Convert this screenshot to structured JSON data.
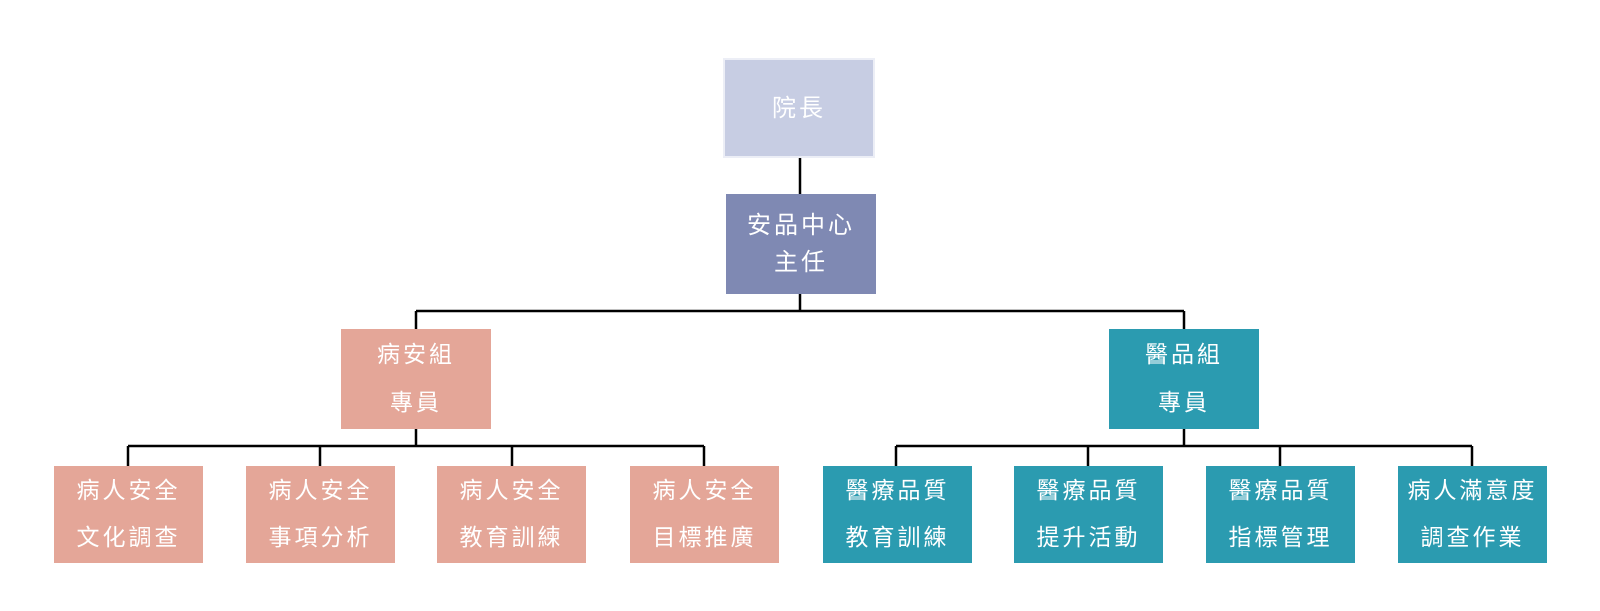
{
  "colors": {
    "director": "#c7cde3",
    "head": "#7f89b3",
    "patient_safety": "#e4a698",
    "medical_quality": "#2b9bb0",
    "line": "#000000"
  },
  "org": {
    "director": {
      "lines": [
        "院長"
      ]
    },
    "head": {
      "lines": [
        "安品中心",
        "主任"
      ]
    },
    "patient_safety": {
      "lines": [
        "病安組",
        "專員"
      ],
      "children": [
        {
          "lines": [
            "病人安全",
            "文化調查"
          ]
        },
        {
          "lines": [
            "病人安全",
            "事項分析"
          ]
        },
        {
          "lines": [
            "病人安全",
            "教育訓練"
          ]
        },
        {
          "lines": [
            "病人安全",
            "目標推廣"
          ]
        }
      ]
    },
    "medical_quality": {
      "lines": [
        "醫品組",
        "專員"
      ],
      "children": [
        {
          "lines": [
            "醫療品質",
            "教育訓練"
          ]
        },
        {
          "lines": [
            "醫療品質",
            "提升活動"
          ]
        },
        {
          "lines": [
            "醫療品質",
            "指標管理"
          ]
        },
        {
          "lines": [
            "病人滿意度",
            "調查作業"
          ]
        }
      ]
    }
  }
}
